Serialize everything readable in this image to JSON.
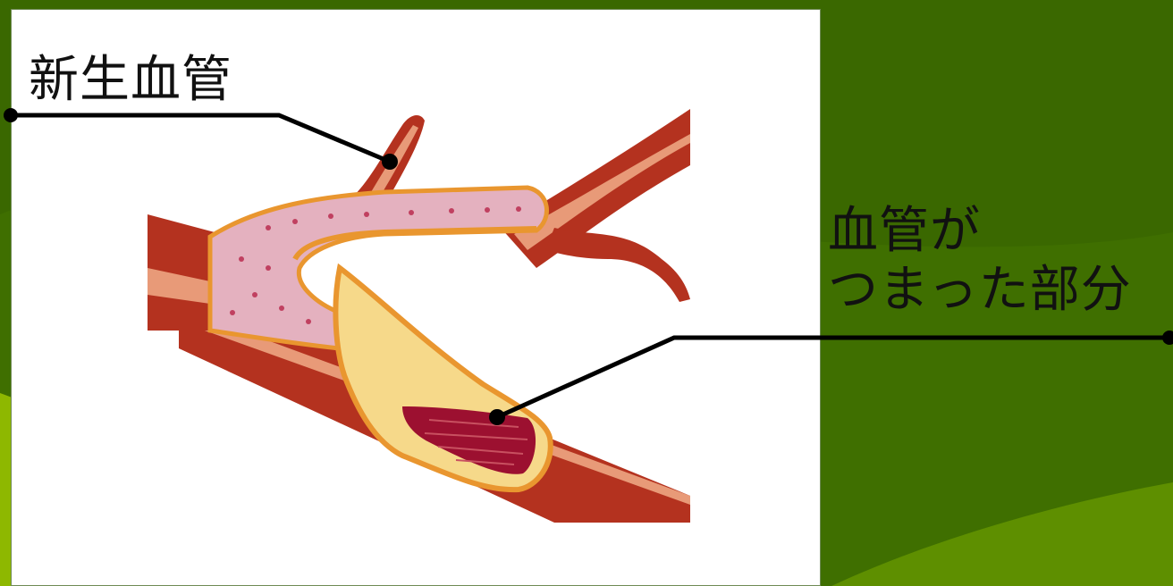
{
  "labels": {
    "new_vessel": "新生血管",
    "blocked_line1": "血管が",
    "blocked_line2": "つまった部分"
  },
  "colors": {
    "background": "#3d6e00",
    "vessel_wall": "#b4321f",
    "vessel_inner": "#e89a78",
    "tissue_pink": "#e7b6c3",
    "plaque": "#f6d98a",
    "clot": "#9c1030",
    "leader_line": "#000000"
  }
}
